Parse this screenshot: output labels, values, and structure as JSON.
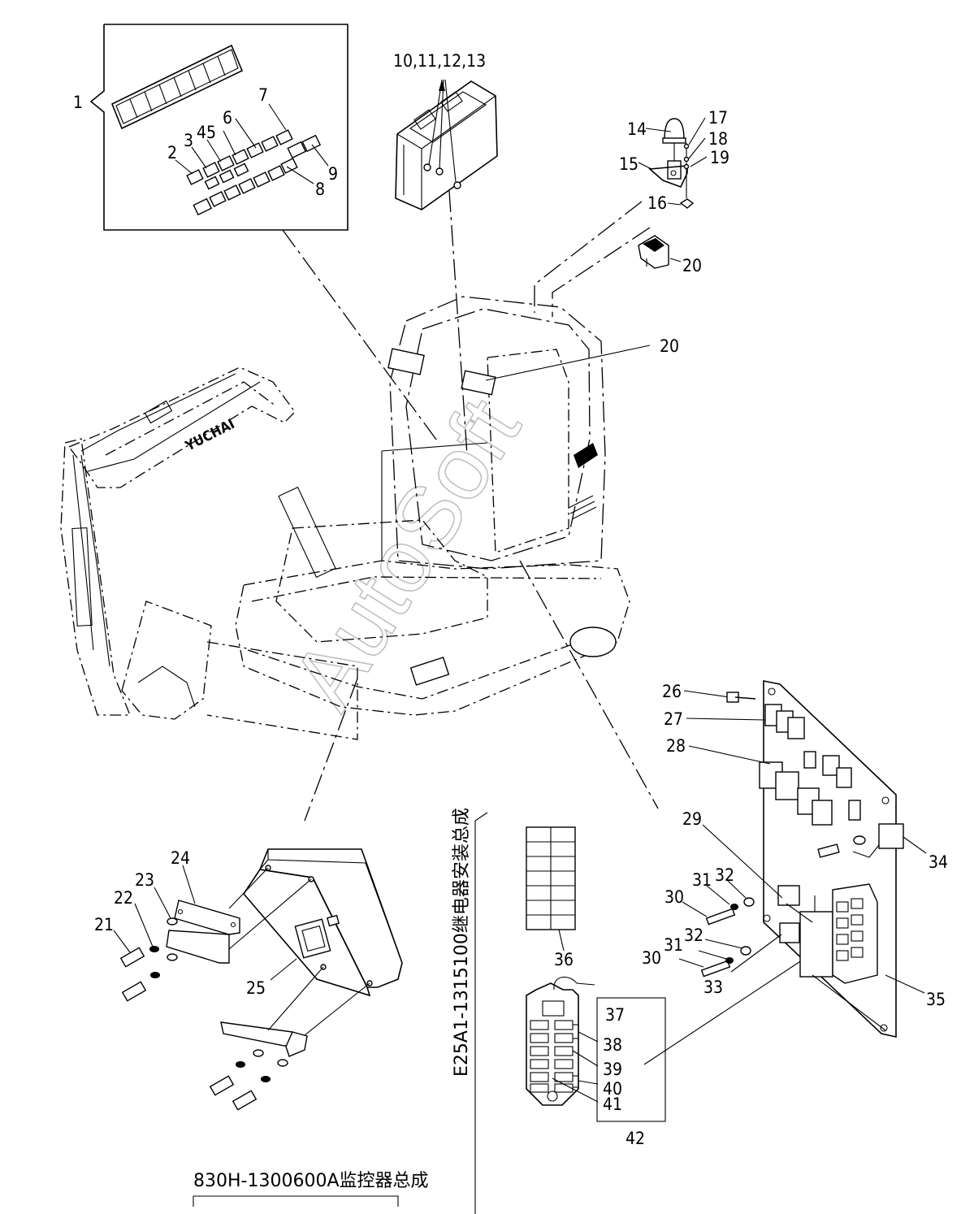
{
  "callouts": {
    "c1": "1",
    "c2": "2",
    "c3": "3",
    "c45": "45",
    "c6": "6",
    "c7": "7",
    "c8": "8",
    "c9": "9",
    "c10_13": "10,11,12,13",
    "c14": "14",
    "c15": "15",
    "c16": "16",
    "c17": "17",
    "c18": "18",
    "c19": "19",
    "c20a": "20",
    "c20b": "20",
    "c21": "21",
    "c22": "22",
    "c23": "23",
    "c24": "24",
    "c25": "25",
    "c26": "26",
    "c27": "27",
    "c28": "28",
    "c29": "29",
    "c30a": "30",
    "c30b": "30",
    "c31a": "31",
    "c31b": "31",
    "c32a": "32",
    "c32b": "32",
    "c33": "33",
    "c34": "34",
    "c35": "35",
    "c36": "36",
    "c37": "37",
    "c38": "38",
    "c39": "39",
    "c40": "40",
    "c41": "41",
    "c42": "42"
  },
  "subassemblies": {
    "monitor_assembly": "830H-1300600A监控器总成",
    "fuse_box_assembly": "E25A1-1315100继电器安装总成"
  },
  "brand_on_arm": "YUCHAI",
  "watermark": "AutoSoft"
}
